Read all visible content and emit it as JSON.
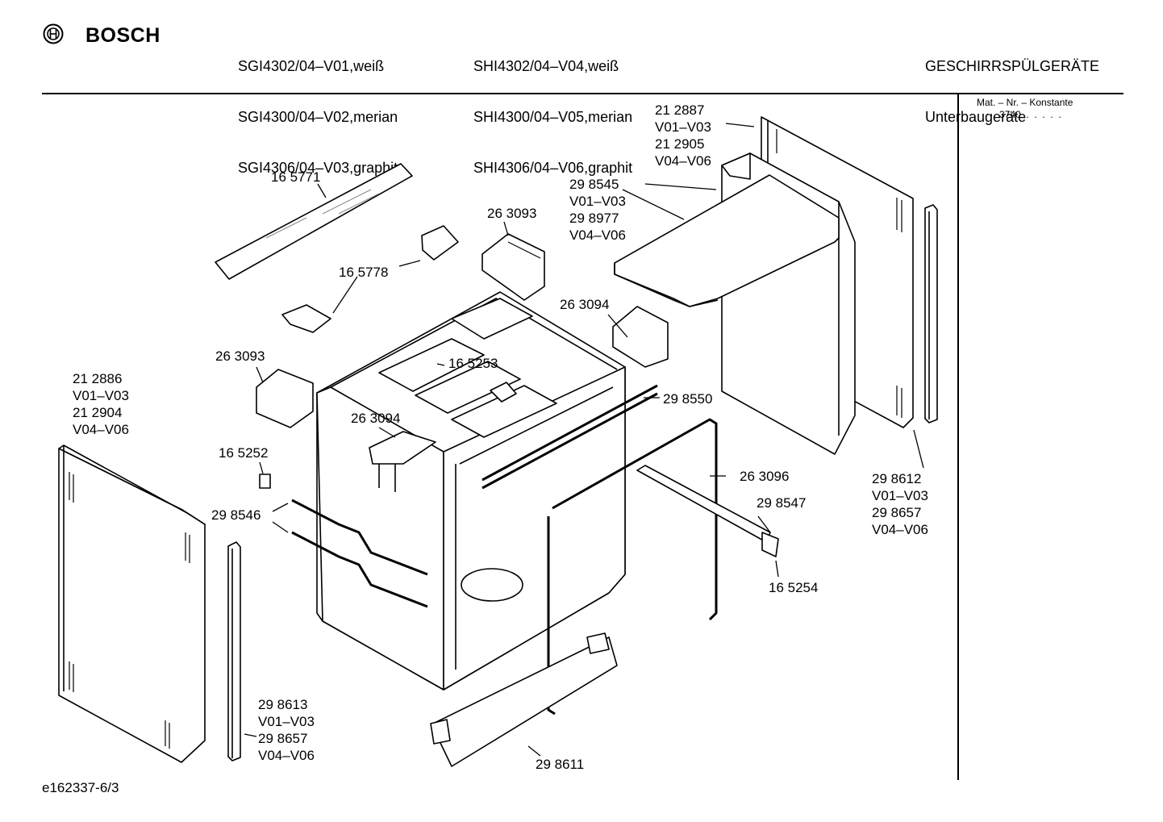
{
  "header": {
    "brand": "BOSCH",
    "models_col1": [
      "SGI4302/04–V01,weiß",
      "SGI4300/04–V02,merian",
      "SGI4306/04–V03,graphit"
    ],
    "models_col2": [
      "SHI4302/04–V04,weiß",
      "SHI4300/04–V05,merian",
      "SHI4306/04–V06,graphit"
    ],
    "category": "GESCHIRRSPÜLGERÄTE",
    "subcategory": "Unterbaugeräte"
  },
  "sidebar": {
    "mat_label": "Mat. – Nr. – Konstante",
    "mat_value": "3740  .  .  .  .  ."
  },
  "footer": {
    "doc_id": "e162337-6/3"
  },
  "parts": {
    "p212887": [
      "21 2887",
      "V01–V03",
      "21 2905",
      "V04–V06"
    ],
    "p165771": "16 5771",
    "p263093_top": "26 3093",
    "p298545": [
      "29 8545",
      "V01–V03",
      "29 8977",
      "V04–V06"
    ],
    "p165778": "16 5778",
    "p263094_right": "26 3094",
    "p263093_left": "26 3093",
    "p165253": "16 5253",
    "p212886": [
      "21 2886",
      "V01–V03",
      "21 2904",
      "V04–V06"
    ],
    "p263094_mid": "26 3094",
    "p298550": "29 8550",
    "p165252": "16 5252",
    "p263096": "26 3096",
    "p298546": "29 8546",
    "p298547": "29 8547",
    "p298612": [
      "29 8612",
      "V01–V03",
      "29 8657",
      "V04–V06"
    ],
    "p165254": "16 5254",
    "p298613": [
      "29 8613",
      "V01–V03",
      "29 8657",
      "V04–V06"
    ],
    "p298611": "29 8611"
  }
}
